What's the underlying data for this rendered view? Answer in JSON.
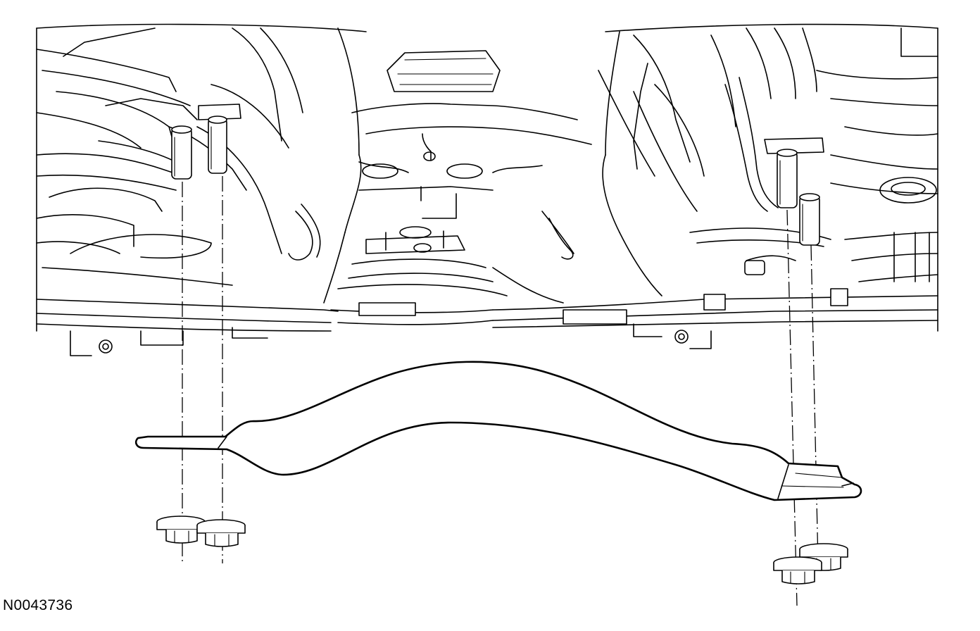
{
  "figure": {
    "id_label": "N0043736"
  },
  "parts": [
    {
      "name": "vehicle-underbody",
      "icon": "underbody-line-art"
    },
    {
      "name": "crossmember",
      "icon": "crossmember-line-art"
    },
    {
      "name": "mounting-studs",
      "count": 4
    },
    {
      "name": "flange-nuts",
      "count": 4
    }
  ],
  "style": {
    "line_color": "#000000",
    "background": "#ffffff"
  }
}
